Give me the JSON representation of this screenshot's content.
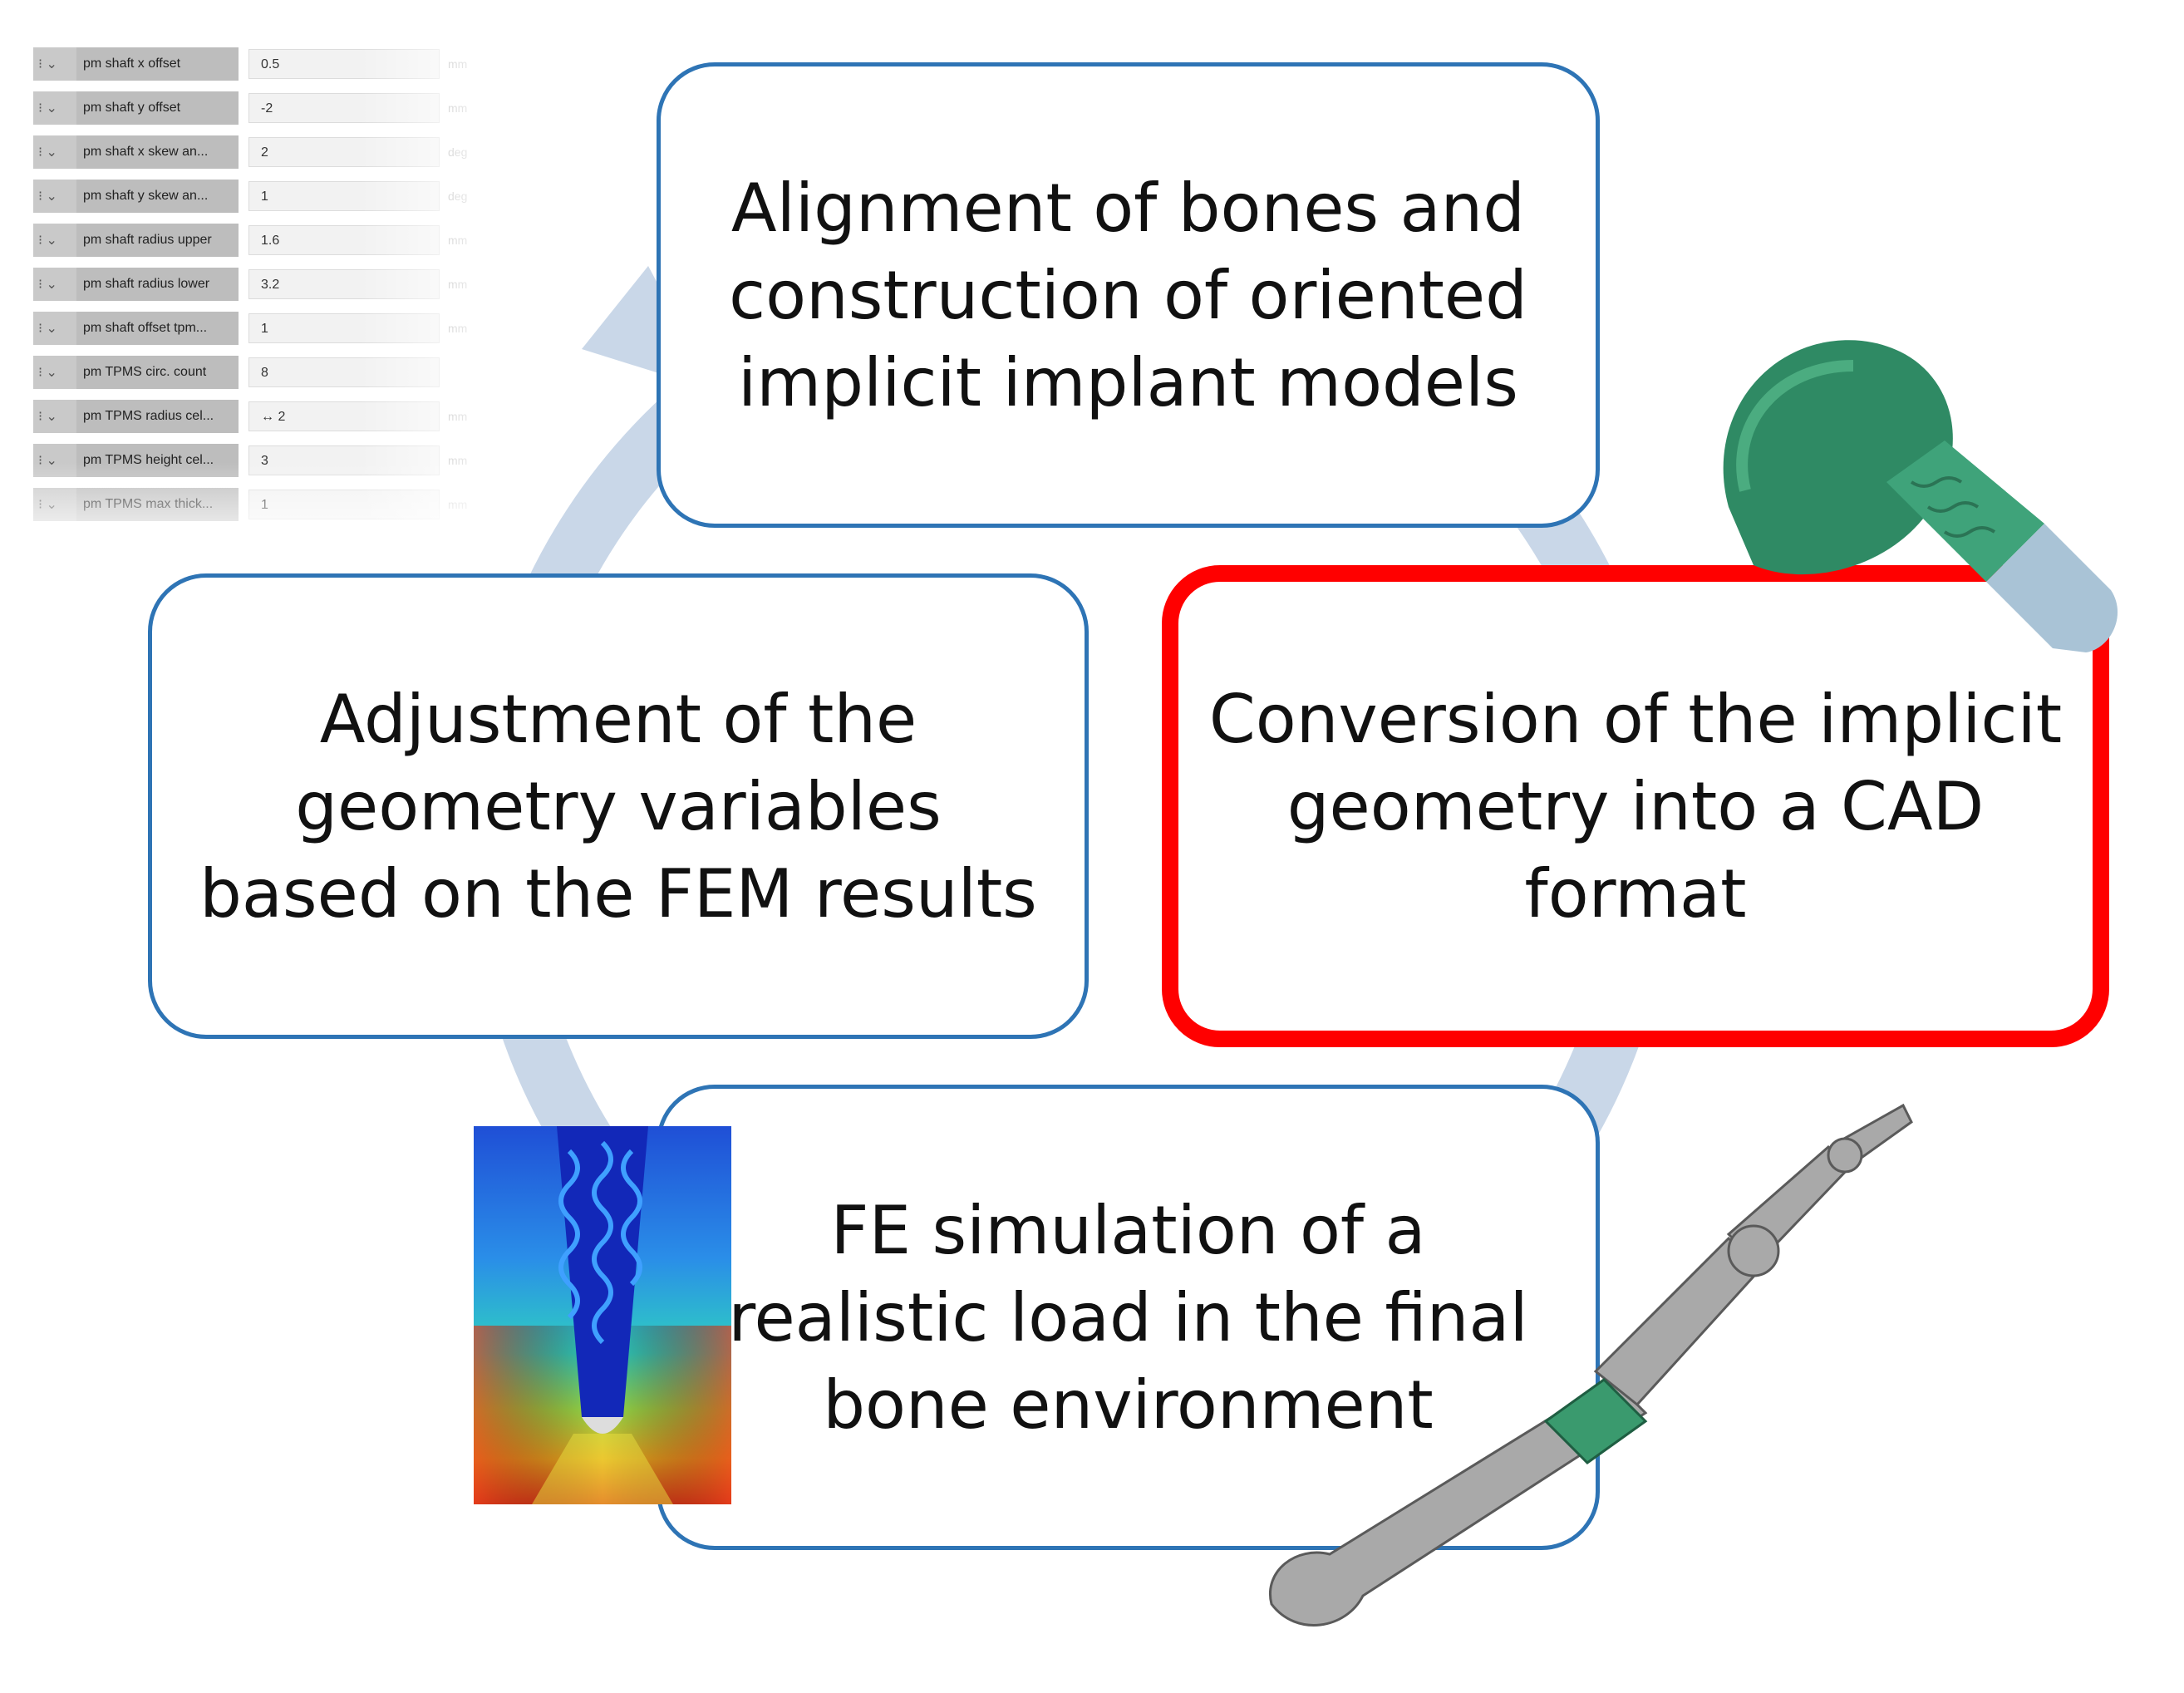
{
  "steps": {
    "alignment": {
      "lines": [
        "Alignment of bones and",
        "construction of oriented",
        "implicit implant models"
      ]
    },
    "conversion": {
      "lines": [
        "Conversion of the implicit",
        "geometry into a CAD",
        "format"
      ]
    },
    "simulation": {
      "lines": [
        "FE simulation of a",
        "realistic load in the final",
        "bone environment"
      ]
    },
    "adjustment": {
      "lines": [
        "Adjustment of the",
        "geometry variables",
        "based on the FEM results"
      ]
    }
  },
  "parameter_panel": {
    "rows": [
      {
        "name": "pm shaft x offset",
        "value": "0.5",
        "unit": "mm"
      },
      {
        "name": "pm shaft y offset",
        "value": "-2",
        "unit": "mm"
      },
      {
        "name": "pm shaft x skew an...",
        "value": "2",
        "unit": "deg"
      },
      {
        "name": "pm shaft y skew an...",
        "value": "1",
        "unit": "deg"
      },
      {
        "name": "pm shaft radius upper",
        "value": "1.6",
        "unit": "mm"
      },
      {
        "name": "pm shaft radius lower",
        "value": "3.2",
        "unit": "mm"
      },
      {
        "name": "pm shaft offset tpm...",
        "value": "1",
        "unit": "mm"
      },
      {
        "name": "pm TPMS circ. count",
        "value": "8",
        "unit": ""
      },
      {
        "name": "pm TPMS radius cel...",
        "value": "↔ 2",
        "unit": "mm"
      },
      {
        "name": "pm TPMS height cel...",
        "value": "3",
        "unit": "mm"
      },
      {
        "name": "pm TPMS max thick...",
        "value": "1",
        "unit": "mm"
      }
    ]
  },
  "colors": {
    "cycle_arrow": "#c9d7e8",
    "box_border": "#2e74b5",
    "highlight_border": "#ff0000",
    "implant_green": "#3a9a6e",
    "bone_gray": "#a9a9a9"
  }
}
